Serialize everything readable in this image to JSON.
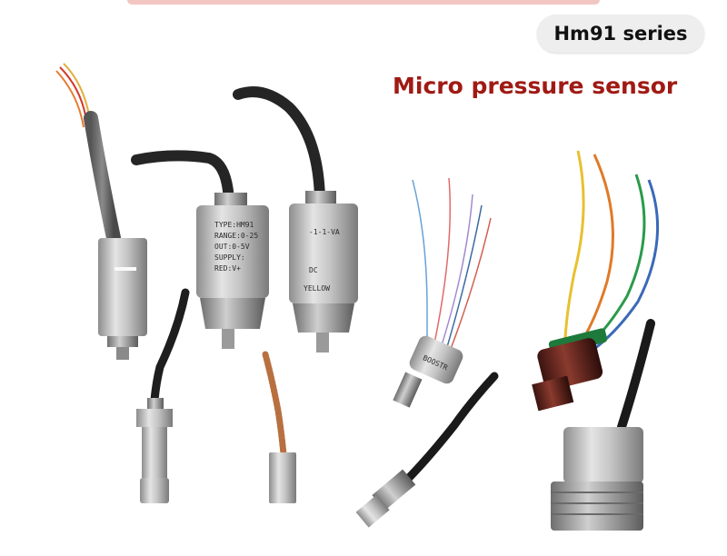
{
  "header": {
    "series_label": "Hm91 series",
    "title": "Micro pressure sensor"
  },
  "colors": {
    "title_red": "#a01a14",
    "badge_bg": "#eeeeee",
    "steel": "#b8b8b8",
    "cable": "#2a2a2a"
  },
  "sensor_labels": {
    "housing_a": [
      "TYPE:HM91",
      "RANGE:0-25",
      "OUT:0-5V",
      "SUPPLY:",
      "RED:V+"
    ],
    "housing_b": [
      "-1-1-VA",
      "DC",
      "YELLOW"
    ],
    "small_tag": "BOOSTR"
  }
}
